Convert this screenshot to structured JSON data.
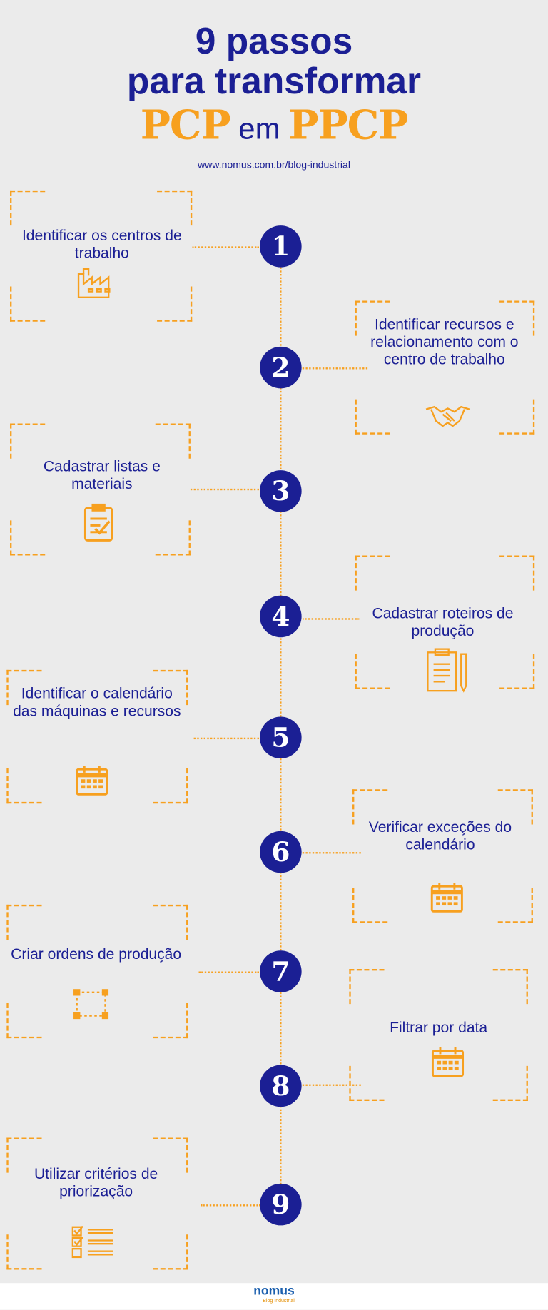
{
  "header": {
    "line1": "9 passos",
    "line2": "para transformar",
    "pcp": "PCP",
    "em": "em",
    "ppcp": "PPCP",
    "url": "www.nomus.com.br/blog-industrial"
  },
  "steps": [
    {
      "number": "1",
      "label": "Identificar os centros de trabalho",
      "icon": "factory-icon"
    },
    {
      "number": "2",
      "label": "Identificar recursos e relacionamento com o centro de trabalho",
      "icon": "handshake-icon"
    },
    {
      "number": "3",
      "label": "Cadastrar listas e materiais",
      "icon": "clipboard-icon"
    },
    {
      "number": "4",
      "label": "Cadastrar roteiros de produção",
      "icon": "document-pencil-icon"
    },
    {
      "number": "5",
      "label": "Identificar o calendário das máquinas e recursos",
      "icon": "calendar-icon"
    },
    {
      "number": "6",
      "label": "Verificar exceções do calendário",
      "icon": "calendar-icon"
    },
    {
      "number": "7",
      "label": "Criar ordens de produção",
      "icon": "selection-square-icon"
    },
    {
      "number": "8",
      "label": "Filtrar por data",
      "icon": "calendar-icon"
    },
    {
      "number": "9",
      "label": "Utilizar critérios de priorização",
      "icon": "checklist-icon"
    }
  ],
  "footer": {
    "logo": "nomus",
    "logo_sub": "Blog Industrial"
  },
  "colors": {
    "navy": "#1b1f94",
    "orange": "#f7a01f",
    "background": "#ebebeb"
  }
}
